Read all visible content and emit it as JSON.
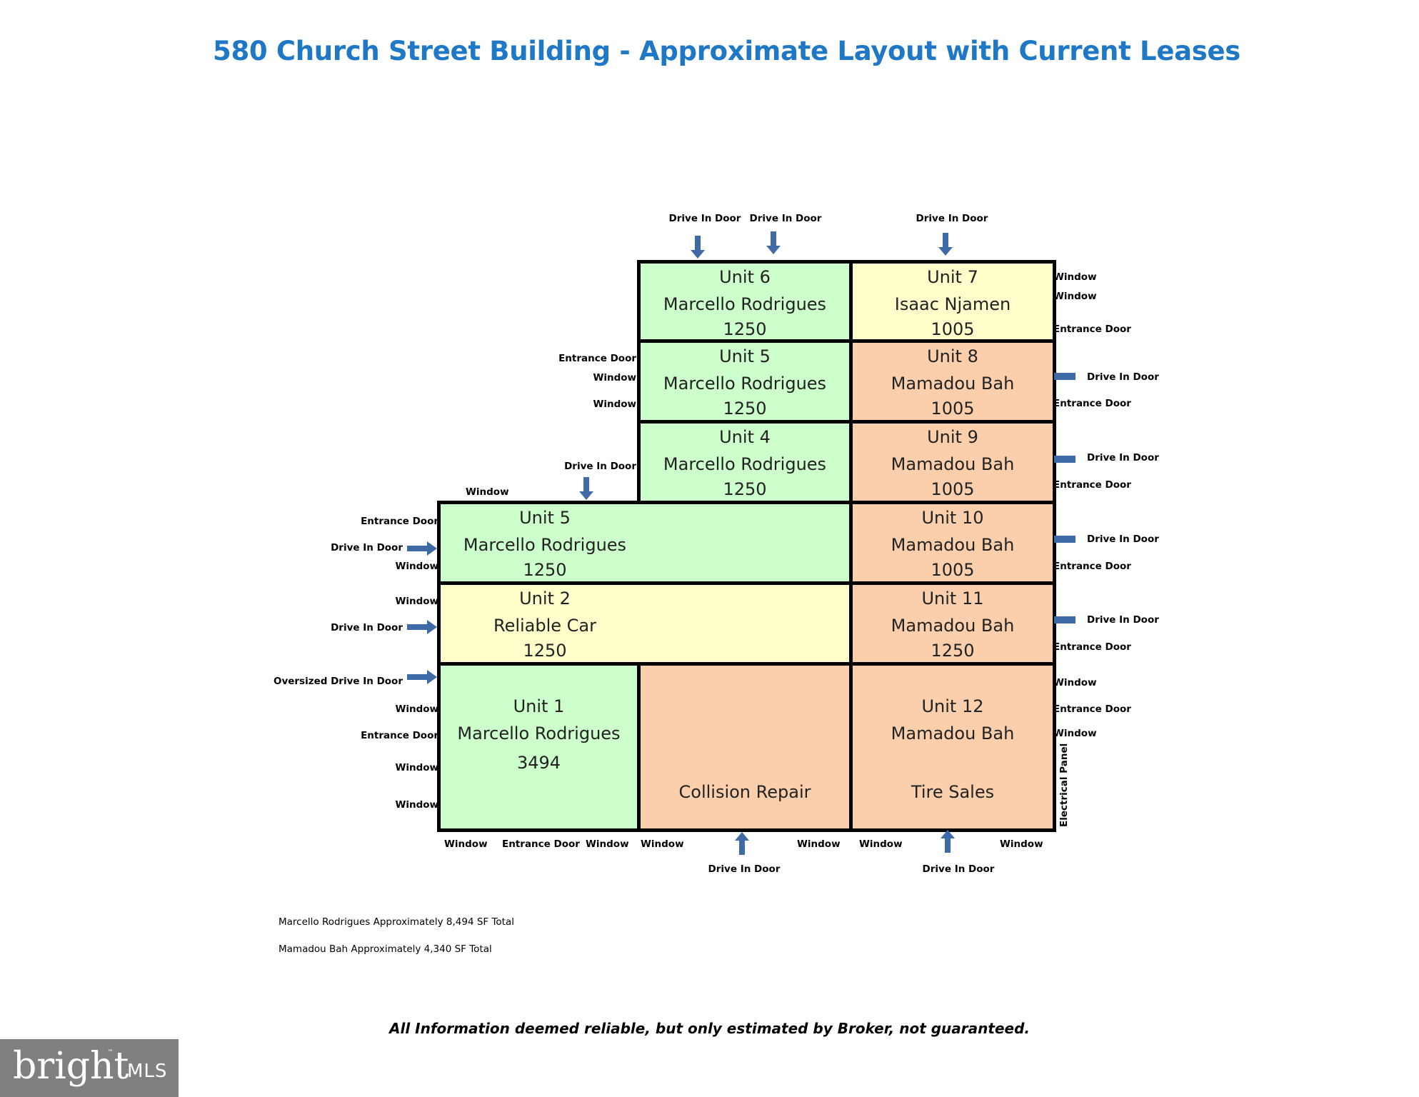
{
  "title": "580 Church Street Building - Approximate Layout with Current Leases",
  "units": {
    "u6": {
      "name": "Unit 6",
      "tenant": "Marcello Rodrigues",
      "sf": "1250"
    },
    "u7": {
      "name": "Unit 7",
      "tenant": "Isaac Njamen",
      "sf": "1005"
    },
    "u5a": {
      "name": "Unit 5",
      "tenant": "Marcello Rodrigues",
      "sf": "1250"
    },
    "u8": {
      "name": "Unit 8",
      "tenant": "Mamadou Bah",
      "sf": "1005"
    },
    "u4": {
      "name": "Unit 4",
      "tenant": "Marcello Rodrigues",
      "sf": "1250"
    },
    "u9": {
      "name": "Unit 9",
      "tenant": "Mamadou Bah",
      "sf": "1005"
    },
    "u5b": {
      "name": "Unit 5",
      "tenant": "Marcello Rodrigues",
      "sf": "1250"
    },
    "u10": {
      "name": "Unit 10",
      "tenant": "Mamadou Bah",
      "sf": "1005"
    },
    "u2": {
      "name": "Unit 2",
      "tenant": "Reliable Car",
      "sf": "1250"
    },
    "u11": {
      "name": "Unit 11",
      "tenant": "Mamadou Bah",
      "sf": "1250"
    },
    "u1": {
      "name": "Unit 1",
      "tenant": "Marcello Rodrigues",
      "sf": "3494"
    },
    "collision": {
      "use": "Collision Repair"
    },
    "u12": {
      "name": "Unit 12",
      "tenant": "Mamadou Bah",
      "use": "Tire Sales"
    }
  },
  "labels": {
    "drive_in_door": "Drive In Door",
    "window": "Window",
    "entrance_door": "Entrance Door",
    "oversized_drive_in_door": "Oversized Drive In Door",
    "entrance_door_alt": "Entrance Door",
    "electrical_panel": "Electrical Panel"
  },
  "notes": {
    "marcello_total": "Marcello Rodrigues Approximately 8,494 SF Total",
    "mamadou_total": "Mamadou Bah Approximately 4,340 SF Total"
  },
  "disclaimer": "All Information deemed reliable, but only estimated by Broker, not guaranteed.",
  "logo": {
    "word": "bright",
    "suffix": "MLS",
    "tm": "™"
  },
  "colors": {
    "title": "#1f78c6",
    "marcello_units": "#ccffcc",
    "vacant_or_other": "#ffffcc",
    "mamadou_units": "#fbcfac",
    "arrow": "#3e6aa8",
    "logo_bg": "#808080"
  }
}
